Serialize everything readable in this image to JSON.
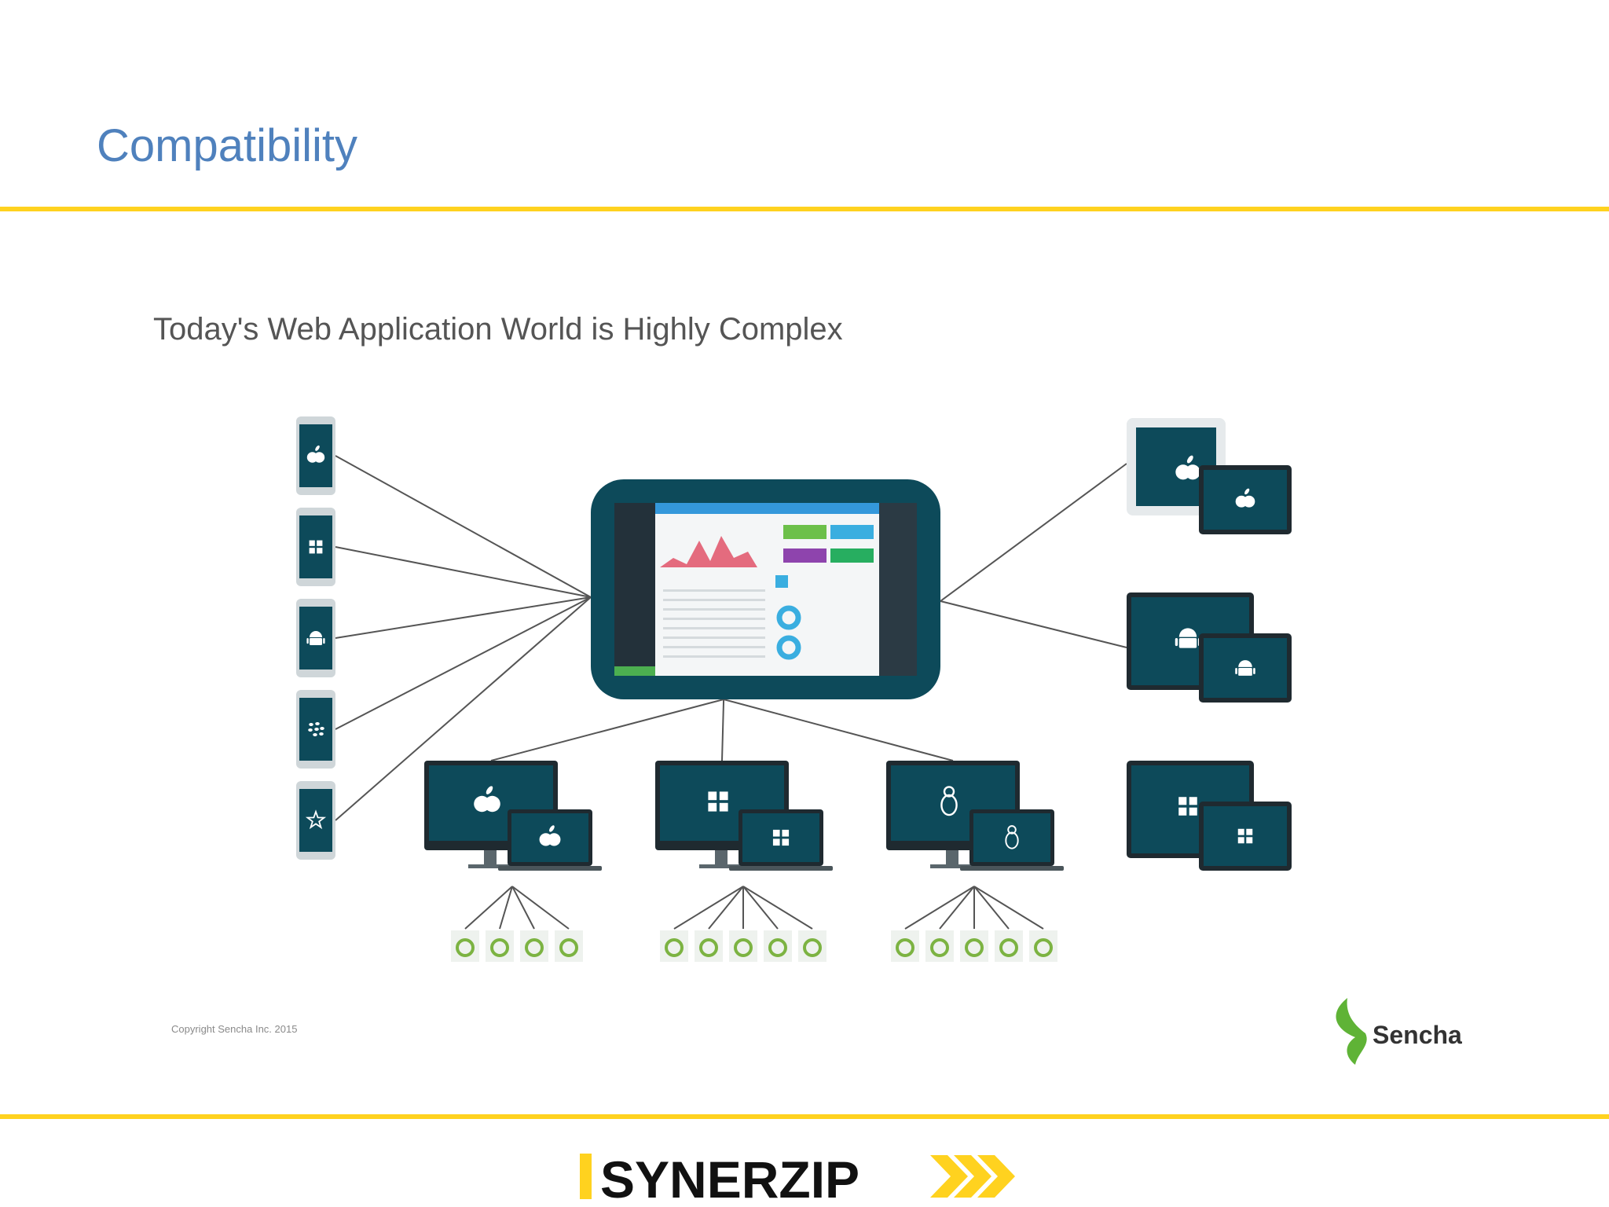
{
  "slide": {
    "title": "Compatibility"
  },
  "diagram": {
    "heading": "Today's Web Application World is Highly Complex",
    "copyright": "Copyright Sencha Inc. 2015",
    "sencha_logo_text": "Sencha",
    "phones": [
      {
        "platform": "ios",
        "icon": "apple-icon"
      },
      {
        "platform": "windows",
        "icon": "windows-icon"
      },
      {
        "platform": "android",
        "icon": "android-icon"
      },
      {
        "platform": "blackberry",
        "icon": "blackberry-icon"
      },
      {
        "platform": "tizen",
        "icon": "tizen-icon"
      }
    ],
    "tablets": [
      {
        "platform": "ios",
        "icon": "apple-icon"
      },
      {
        "platform": "android",
        "icon": "android-icon"
      },
      {
        "platform": "windows",
        "icon": "windows-icon"
      }
    ],
    "desktops": [
      {
        "platform": "mac",
        "icon": "apple-icon",
        "browser_count": 4
      },
      {
        "platform": "windows",
        "icon": "windows-icon",
        "browser_count": 5
      },
      {
        "platform": "linux",
        "icon": "linux-icon",
        "browser_count": 5
      }
    ],
    "colors": {
      "device_teal": "#0d4a5a",
      "device_frame": "#1f2a30",
      "connector": "#555555",
      "browser_green": "#7cb342"
    }
  },
  "footer": {
    "brand": "SYNERZIP"
  },
  "colors": {
    "title": "#4f81bd",
    "rule": "#ffd21f"
  }
}
